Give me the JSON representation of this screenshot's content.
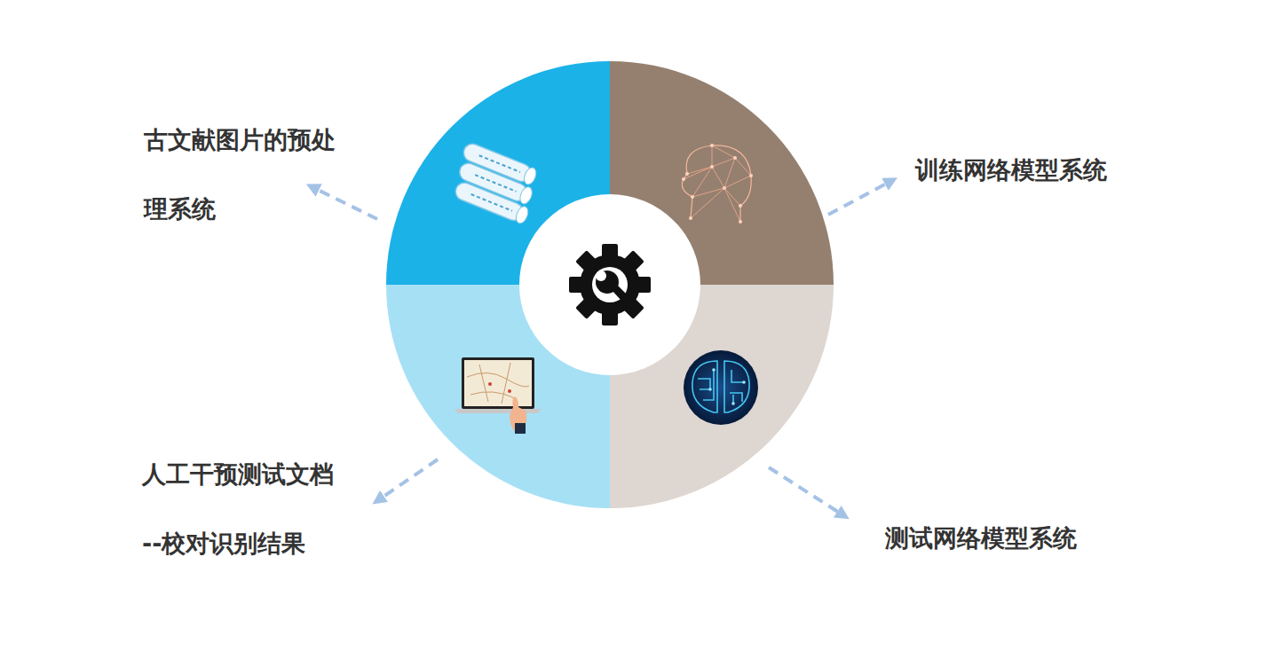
{
  "diagram": {
    "labels": [
      "古文献图片的预处理系统",
      "训练网络模型系统",
      "人工干预测试文档",
      "--校对识别结果",
      "测试网络模型系统"
    ]
  }
}
